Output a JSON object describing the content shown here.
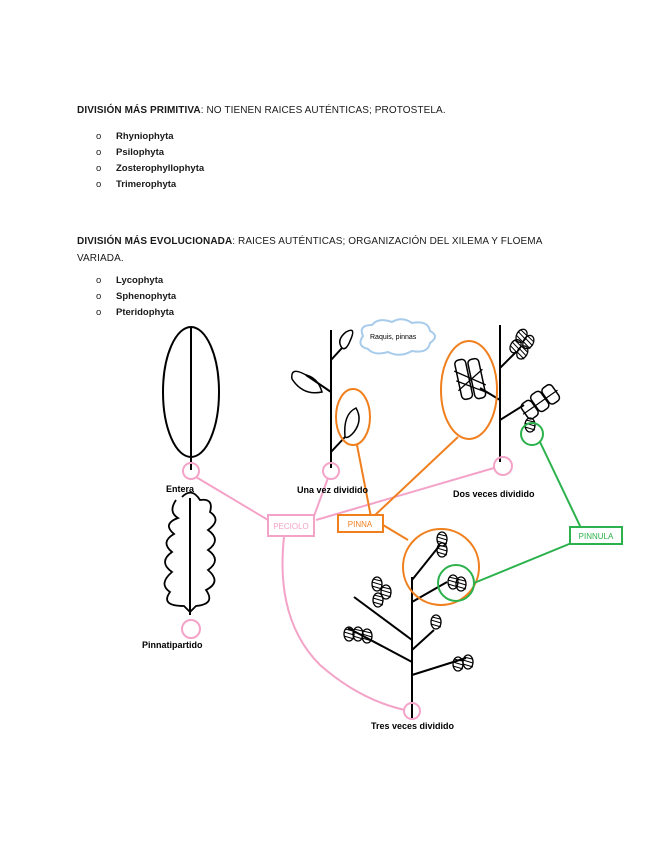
{
  "section1": {
    "heading": "DIVISIÓN MÁS PRIMITIVA",
    "text": ": NO TIENEN RAICES AUTÉNTICAS; PROTOSTELA.",
    "items": [
      "Rhyniophyta",
      "Psilophyta",
      "Zosterophyllophyta",
      "Trimerophyta"
    ]
  },
  "section2": {
    "heading": "DIVISIÓN MÁS EVOLUCIONADA",
    "text": ": RAICES AUTÉNTICAS; ORGANIZACIÓN DEL XILEMA Y FLOEMA VARIADA.",
    "items": [
      "Lycophyta",
      "Sphenophyta",
      "Pteridophyta"
    ]
  },
  "bullet_mark": "o",
  "diagram": {
    "labels": {
      "entera": "Entera",
      "una_vez": "Una vez dividido",
      "dos_veces": "Dos veces dividido",
      "tres_veces": "Tres veces dividido",
      "pinnatipartido": "Pinnatipartido",
      "cloud": "Raquis, pinnas",
      "peciolo": "PECIOLO",
      "pinna": "PINNA",
      "pinnula": "PINNULA"
    },
    "colors": {
      "pink": "#f4a3c8",
      "orange": "#f07f1e",
      "green": "#2bb24c",
      "cloud": "#a7cbea"
    }
  }
}
